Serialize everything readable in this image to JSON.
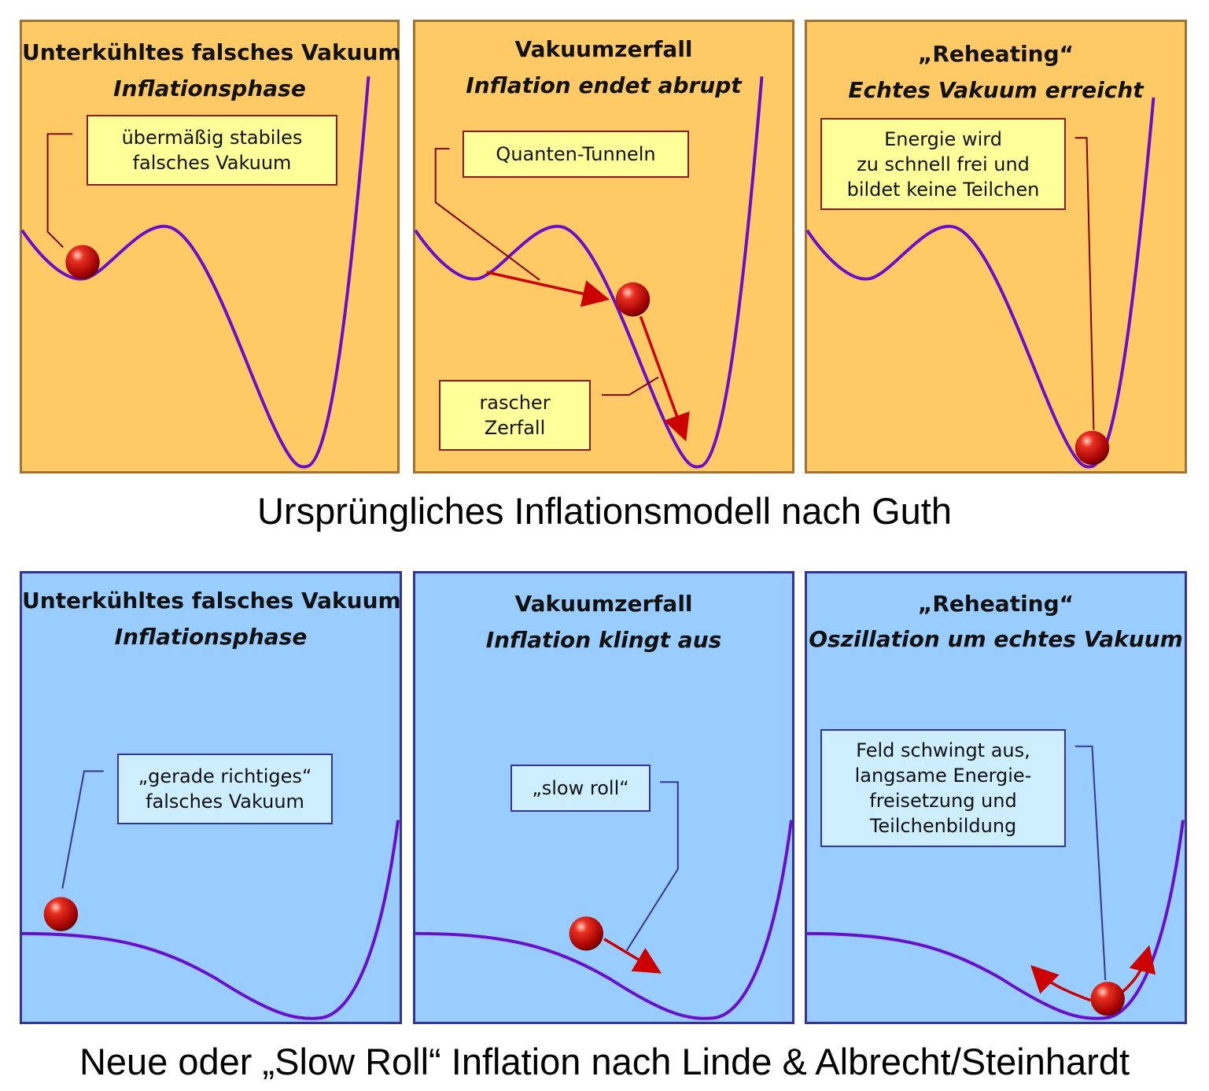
{
  "colors": {
    "top_bg": "#FFC966",
    "bottom_bg": "#99CCFF",
    "curve": "#6A0DCC",
    "arrow": "#CC0000"
  },
  "top": {
    "caption": "Ursprüngliches Inflationsmodell nach Guth",
    "panels": [
      {
        "title": "Unterkühltes falsches Vakuum",
        "subtitle": "Inflationsphase",
        "box": [
          "übermäßig stabiles",
          "falsches Vakuum"
        ]
      },
      {
        "title": "Vakuumzerfall",
        "subtitle": "Inflation endet abrupt",
        "box": [
          "Quanten-Tunneln"
        ],
        "box2": [
          "rascher",
          "Zerfall"
        ]
      },
      {
        "title": "„Reheating“",
        "subtitle": "Echtes Vakuum erreicht",
        "box": [
          "Energie wird",
          "zu schnell frei und",
          "bildet keine Teilchen"
        ]
      }
    ]
  },
  "bottom": {
    "caption": "Neue oder „Slow Roll“ Inflation nach Linde & Albrecht/Steinhardt",
    "panels": [
      {
        "title": "Unterkühltes falsches Vakuum",
        "subtitle": "Inflationsphase",
        "box": [
          "„gerade richtiges“",
          "falsches Vakuum"
        ]
      },
      {
        "title": "Vakuumzerfall",
        "subtitle": "Inflation klingt aus",
        "box": [
          "„slow roll“"
        ]
      },
      {
        "title": "„Reheating“",
        "subtitle": "Oszillation um echtes Vakuum",
        "box": [
          "Feld schwingt aus,",
          "langsame Energie-",
          "freisetzung und",
          "Teilchenbildung"
        ]
      }
    ]
  }
}
